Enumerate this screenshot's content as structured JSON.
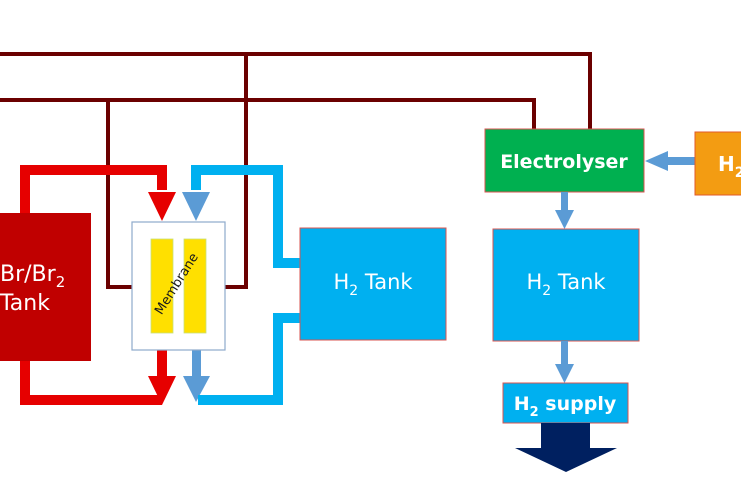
{
  "title": "Hydrogen-bromine flow battery with electrolyser and hydrogen supply",
  "colors": {
    "wire": "#6b0000",
    "br_flow": "#e60000",
    "br_tank": "#c00000",
    "h2_flow": "#00b0f0",
    "h2_arrow": "#5b9bd5",
    "h2_tank": "#00b0f0",
    "electrolyser": "#00b050",
    "source": "#f39c12",
    "membrane": "#ffe000",
    "supply_arrow": "#002060",
    "box_border": "#d9534f"
  },
  "nodes": {
    "br_tank": {
      "line1": "Br/Br",
      "line1_sub": "2",
      "line2": "Tank"
    },
    "membrane": {
      "label": "Membrane"
    },
    "h2_tank_left": {
      "prefix": "H",
      "sub": "2",
      "suffix": " Tank"
    },
    "electrolyser": {
      "label": "Electrolyser"
    },
    "source": {
      "prefix": "H",
      "sub": "2"
    },
    "h2_tank_right": {
      "prefix": "H",
      "sub": "2",
      "suffix": " Tank"
    },
    "h2_supply": {
      "prefix": "H",
      "sub": "2",
      "suffix": " supply"
    }
  }
}
